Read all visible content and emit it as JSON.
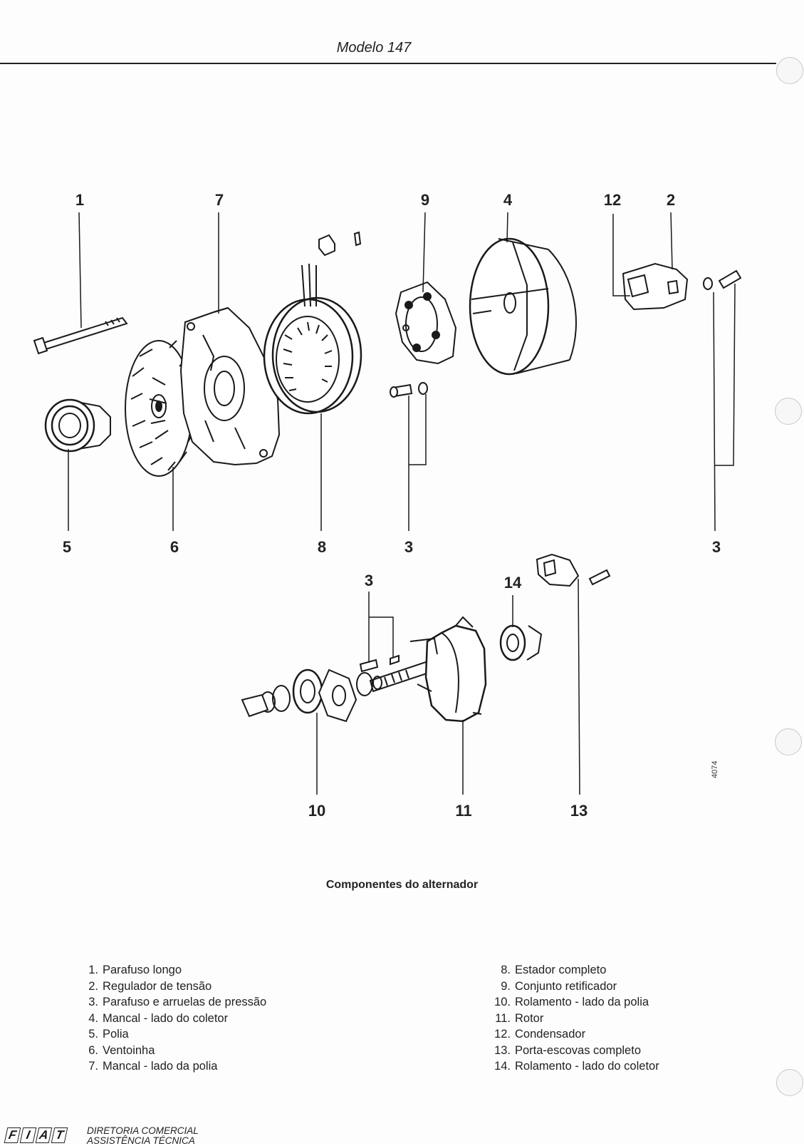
{
  "header": {
    "title": "Modelo 147"
  },
  "figure": {
    "code": "4074",
    "callouts": [
      "1",
      "7",
      "9",
      "4",
      "12",
      "2",
      "5",
      "6",
      "8",
      "3",
      "3",
      "3",
      "14",
      "10",
      "11",
      "13"
    ]
  },
  "caption": "Componentes do alternador",
  "legend": {
    "left": [
      {
        "num": "1.",
        "text": "Parafuso longo"
      },
      {
        "num": "2.",
        "text": "Regulador de tensão"
      },
      {
        "num": "3.",
        "text": "Parafuso e arruelas de pressão"
      },
      {
        "num": "4.",
        "text": "Mancal - lado do coletor"
      },
      {
        "num": "5.",
        "text": "Polia"
      },
      {
        "num": "6.",
        "text": "Ventoinha"
      },
      {
        "num": "7.",
        "text": "Mancal - lado da polia"
      }
    ],
    "right": [
      {
        "num": "8.",
        "text": "Estador completo"
      },
      {
        "num": "9.",
        "text": "Conjunto retificador"
      },
      {
        "num": "10.",
        "text": "Rolamento - lado da polia"
      },
      {
        "num": "11.",
        "text": "Rotor"
      },
      {
        "num": "12.",
        "text": "Condensador"
      },
      {
        "num": "13.",
        "text": "Porta-escovas completo"
      },
      {
        "num": "14.",
        "text": "Rolamento - lado do coletor"
      }
    ]
  },
  "footer": {
    "logo_letters": [
      "F",
      "I",
      "A",
      "T"
    ],
    "line1": "DIRETORIA COMERCIAL",
    "line2": "ASSISTÊNCIA TÉCNICA"
  }
}
